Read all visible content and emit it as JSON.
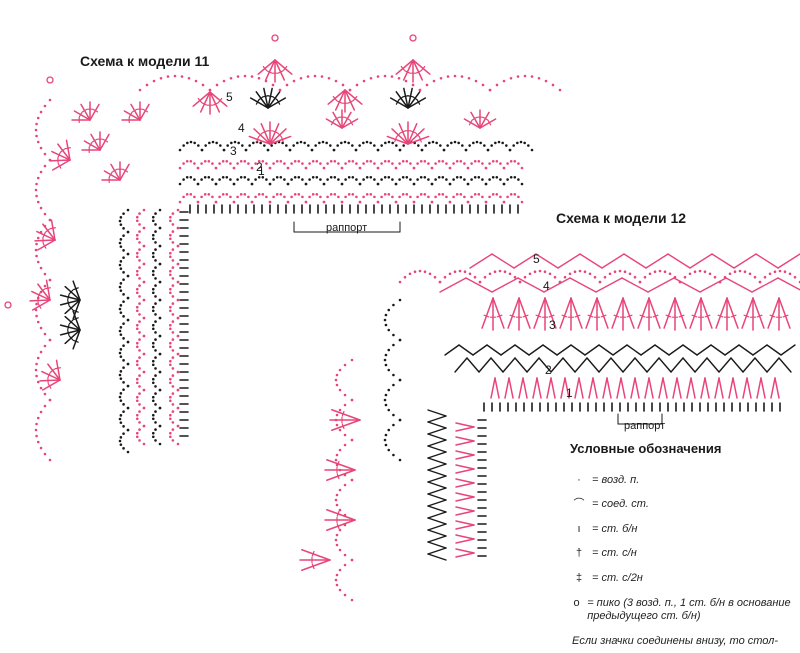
{
  "titles": {
    "model11": "Схема к модели 11",
    "model12": "Схема к модели 12"
  },
  "rapport_label": "раппорт",
  "row_numbers": [
    "1",
    "2",
    "3",
    "4",
    "5"
  ],
  "legend": {
    "title": "Условные обозначения",
    "items": [
      {
        "symbol": "·",
        "text": "= возд. п."
      },
      {
        "symbol": "⌒",
        "text": "= соед. ст."
      },
      {
        "symbol": "ı",
        "text": "= ст. б/н"
      },
      {
        "symbol": "†",
        "text": "= ст. с/н"
      },
      {
        "symbol": "‡",
        "text": "= ст. с/2н"
      },
      {
        "symbol": "o",
        "text": "= пико (3 возд. п., 1 ст. б/н в основание предыдущего ст. б/н)"
      }
    ],
    "note": "Если значки соединены внизу, то стол-"
  },
  "colors": {
    "black": "#1a1a1a",
    "pink": "#e8457a",
    "background": "#ffffff"
  }
}
